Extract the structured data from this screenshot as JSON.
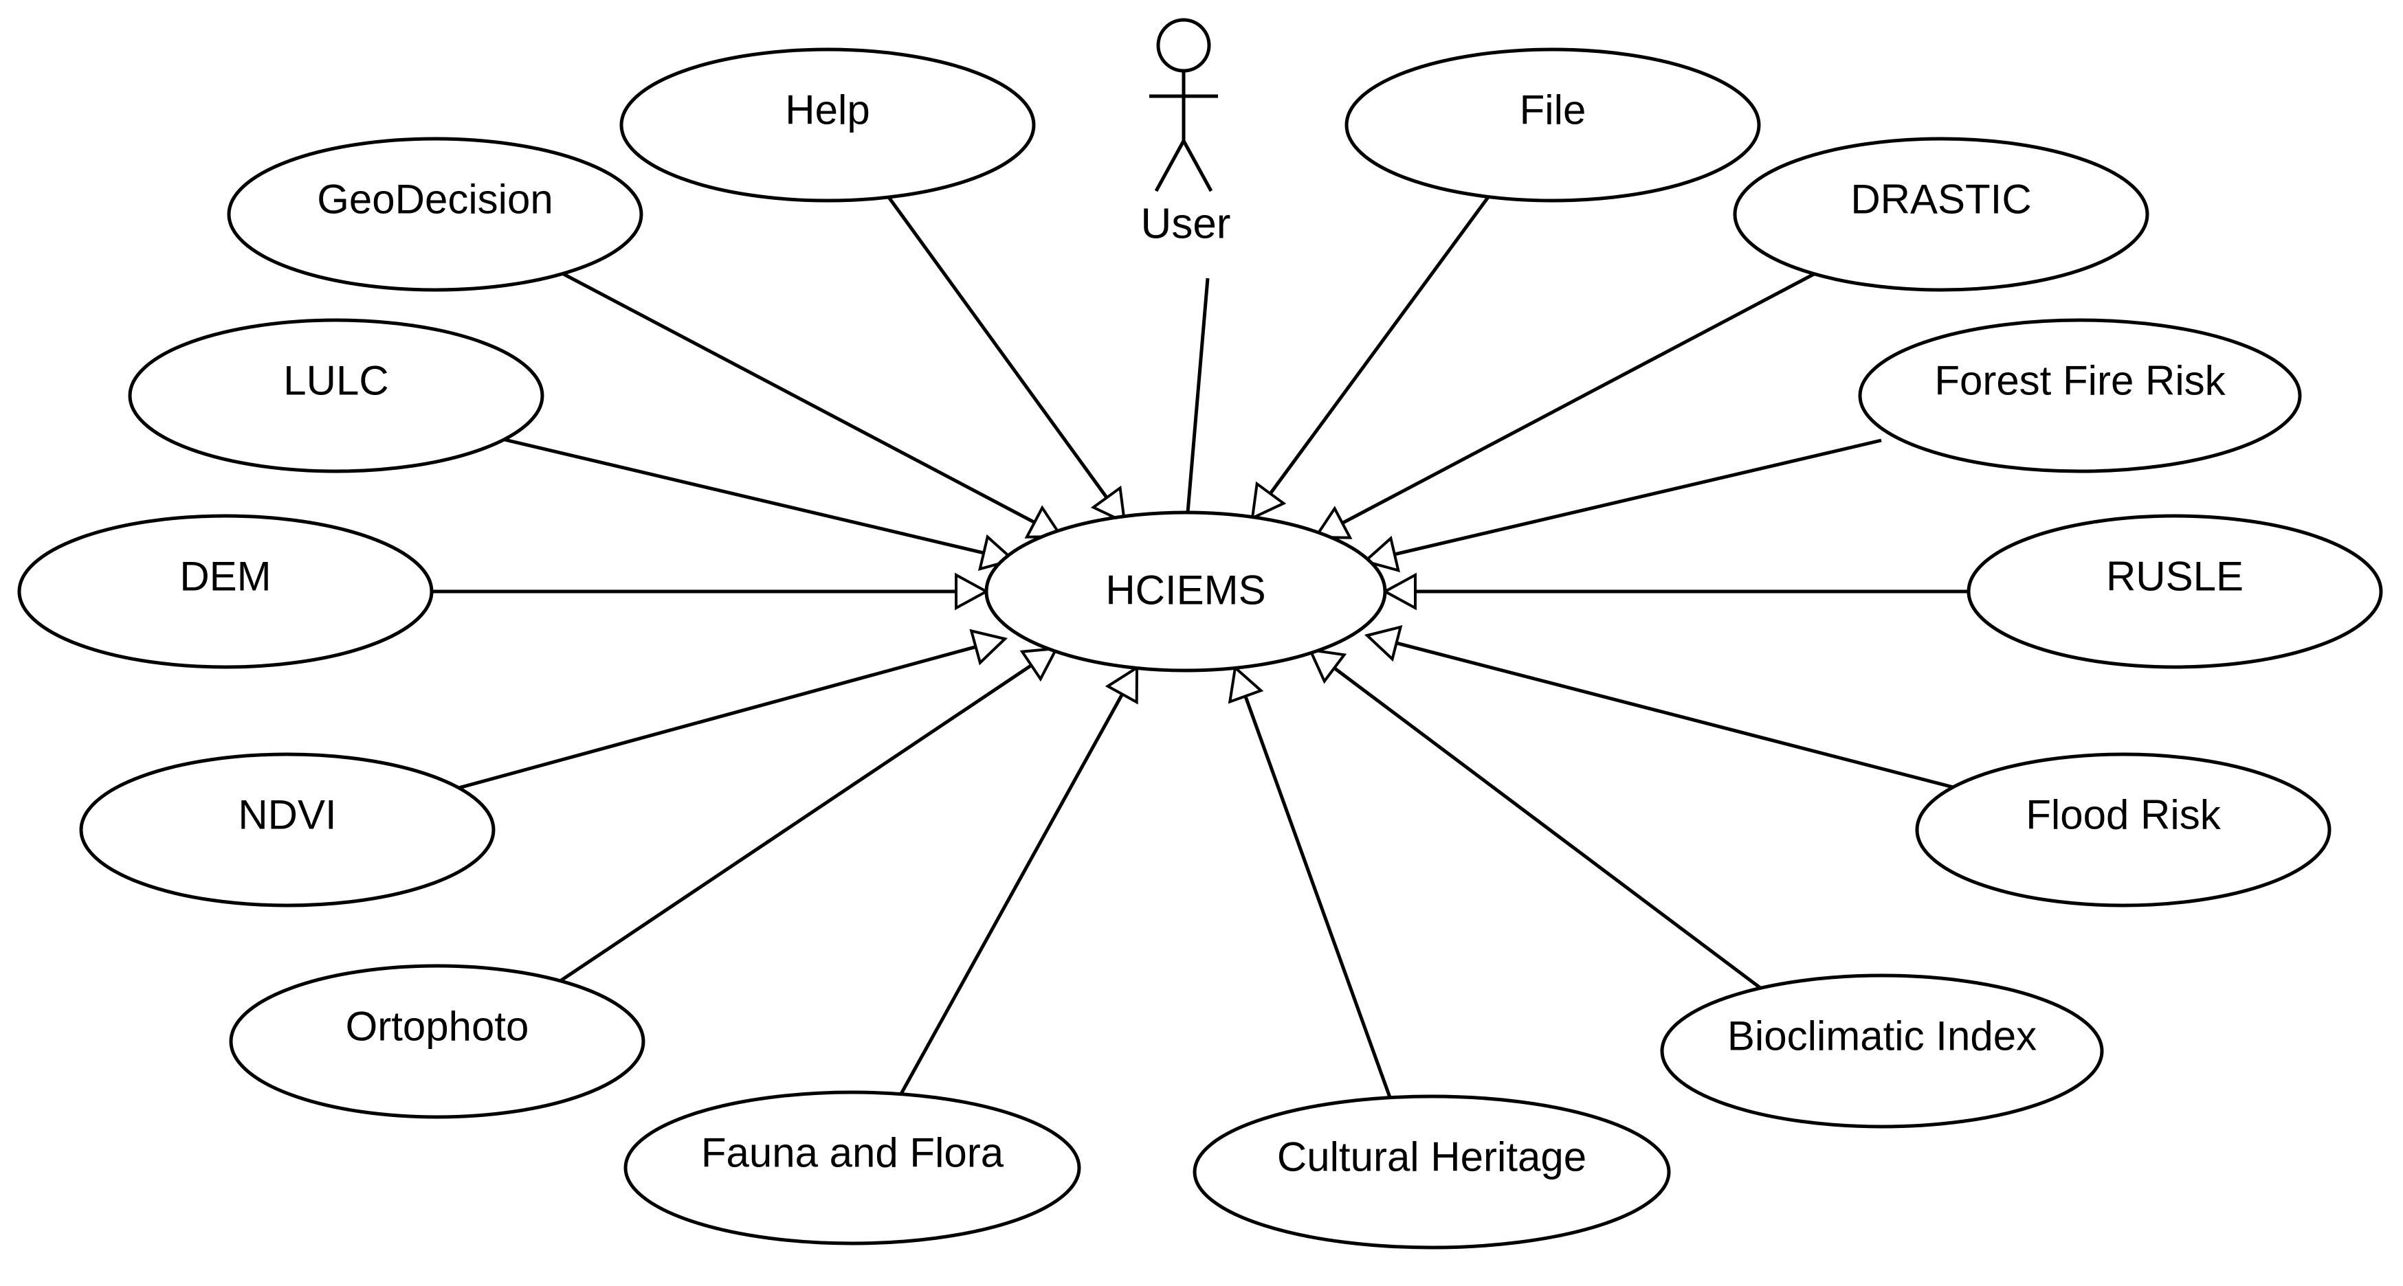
{
  "diagram": {
    "type": "uml-use-case",
    "actor": {
      "label": "User"
    },
    "center": {
      "label": "HCIEMS"
    },
    "use_cases": [
      {
        "label": "Help"
      },
      {
        "label": "File"
      },
      {
        "label": "GeoDecision"
      },
      {
        "label": "DRASTIC"
      },
      {
        "label": "LULC"
      },
      {
        "label": "Forest Fire Risk"
      },
      {
        "label": "DEM"
      },
      {
        "label": "RUSLE"
      },
      {
        "label": "NDVI"
      },
      {
        "label": "Flood Risk"
      },
      {
        "label": "Ortophoto"
      },
      {
        "label": "Bioclimatic Index"
      },
      {
        "label": "Fauna and Flora"
      },
      {
        "label": "Cultural Heritage"
      }
    ]
  }
}
